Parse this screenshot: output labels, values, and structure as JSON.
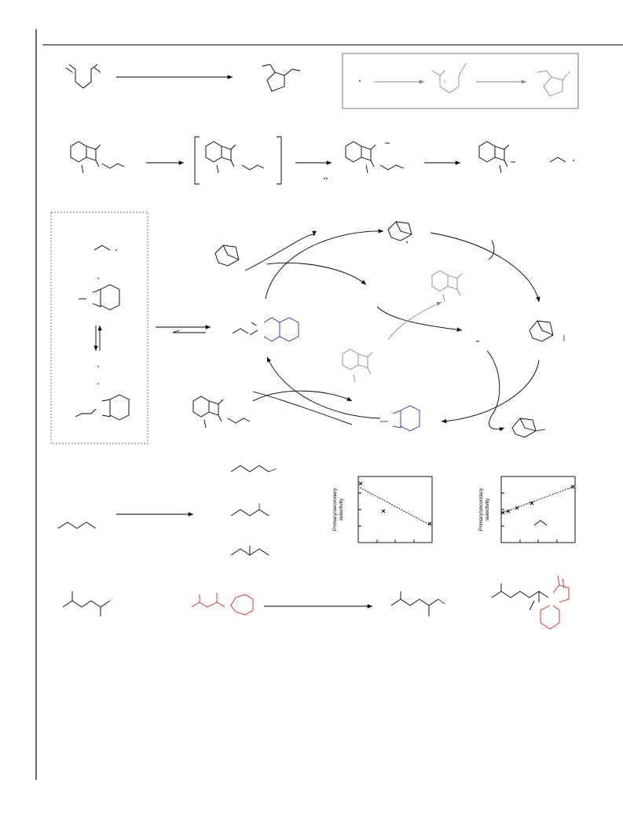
{
  "graph_left": {
    "ylabel_line1": "Primary/secondary",
    "ylabel_line2": "selectivity"
  },
  "graph_right": {
    "ylabel_line1": "Primary/secondary",
    "ylabel_line2": "selectivity"
  },
  "colors": {
    "ink": "#000000",
    "grey": "#8a8a8a",
    "blue": "#2b2bb0",
    "red": "#e02020"
  }
}
